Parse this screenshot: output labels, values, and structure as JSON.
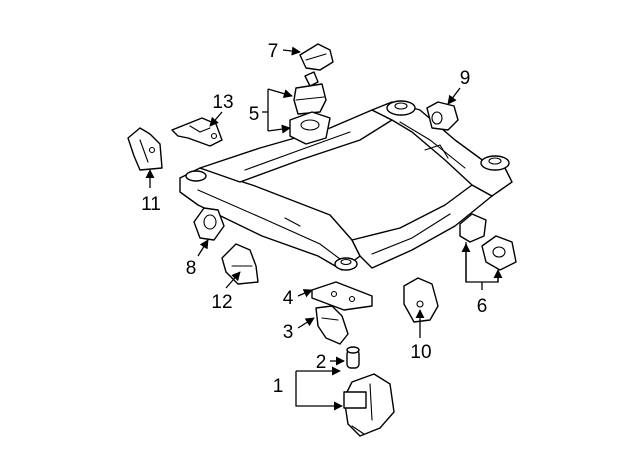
{
  "callouts": [
    "1",
    "2",
    "3",
    "4",
    "5",
    "6",
    "7",
    "8",
    "9",
    "10",
    "11",
    "12",
    "13"
  ],
  "colors": {
    "line": "#000000",
    "background": "#ffffff"
  }
}
